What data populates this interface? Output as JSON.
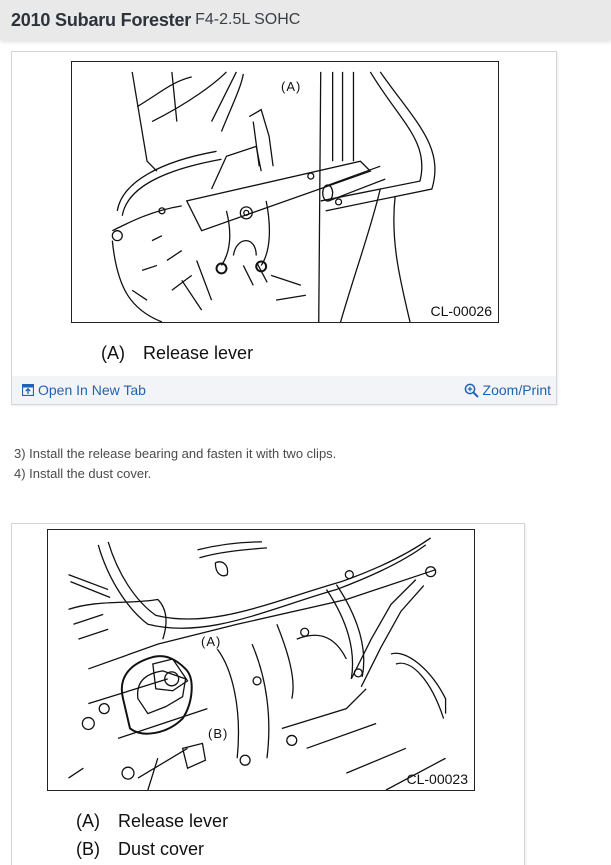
{
  "header": {
    "title": "2010 Subaru Forester",
    "subtitle": "F4-2.5L SOHC"
  },
  "figures": [
    {
      "code": "CL-00026",
      "callouts": [
        "(A)"
      ],
      "legend": [
        {
          "key": "(A)",
          "label": "Release lever"
        }
      ],
      "footer": {
        "open_tab_label": "Open In New Tab",
        "open_tab_icon": "open-new-tab-icon",
        "zoom_label": "Zoom/Print",
        "zoom_icon": "zoom-in-icon"
      }
    },
    {
      "code": "CL-00023",
      "callouts": [
        "(A)",
        "(B)"
      ],
      "legend": [
        {
          "key": "(A)",
          "label": "Release lever"
        },
        {
          "key": "(B)",
          "label": "Dust cover"
        }
      ]
    }
  ],
  "steps": [
    "3) Install the release bearing and fasten it with two clips.",
    "4) Install the dust cover."
  ],
  "colors": {
    "link": "#1f64b3",
    "header_bg": "#e9e9ea",
    "footer_bg": "#f3f4f7"
  }
}
